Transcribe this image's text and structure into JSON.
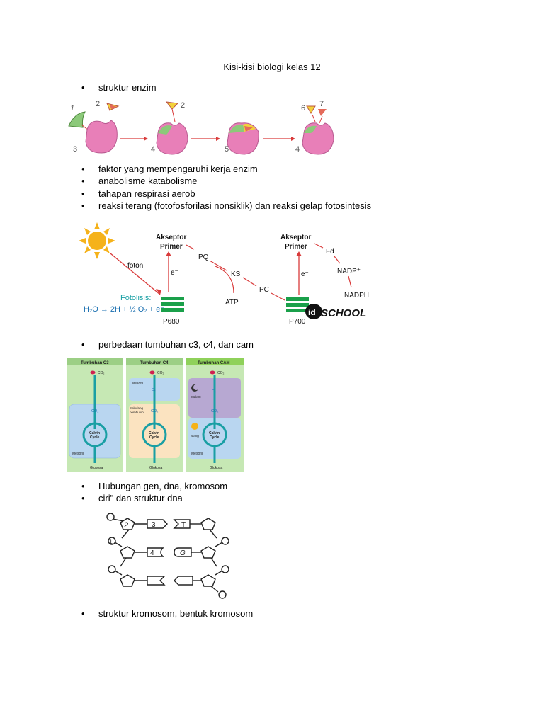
{
  "title": "Kisi-kisi biologi kelas 12",
  "bullets": {
    "b1": "struktur enzim",
    "b2": "faktor yang mempengaruhi kerja enzim",
    "b3": "anabolisme katabolisme",
    "b4": "tahapan respirasi aerob",
    "b5": "reaksi terang (fotofosforilasi nonsiklik) dan reaksi gelap fotosintesis",
    "b6": "perbedaan tumbuhan c3, c4, dan cam",
    "b7": "Hubungan gen, dna, kromosom",
    "b8": "ciri\" dan struktur dna",
    "b9": "struktur kromosom, bentuk kromosom"
  },
  "bullet_symbol": "•",
  "enzyme_fig": {
    "l1": "1",
    "l2": "2",
    "l3": "3",
    "l2b": "2",
    "l4": "4",
    "l5": "5",
    "l6": "6",
    "l7": "7",
    "l4b": "4"
  },
  "light_fig": {
    "akseptor1": "Akseptor",
    "primer1": "Primer",
    "akseptor2": "Akseptor",
    "primer2": "Primer",
    "pq": "PQ",
    "ks": "KS",
    "pc": "PC",
    "atp": "ATP",
    "fd": "Fd",
    "nadp": "NADP⁺",
    "nadph": "NADPH",
    "foton": "foton",
    "e1": "e⁻",
    "e2": "e⁻",
    "fotolisis": "Fotolisis:",
    "equation": "H₂O → 2H + ½ O₂ + e⁻",
    "p680": "P680",
    "p700": "P700",
    "logo_id": "id",
    "logo_school": "SCHOOL"
  },
  "plant_fig": {
    "c3": {
      "title": "Tumbuhan C3",
      "co2": "CO₂",
      "co2b": "CO₂",
      "calvin": "Calvin",
      "cycle": "Cycle",
      "mesofil": "Mesofil",
      "glukosa": "Glukosa"
    },
    "c4": {
      "title": "Tumbuhan C4",
      "co2": "CO₂",
      "mesofil": "Mesofil",
      "c4": "C₄",
      "seludang": "Seludang",
      "pembuluh": "pembuluh",
      "co2b": "CO₂",
      "calvin": "Calvin",
      "cycle": "Cycle",
      "glukosa": "Glukosa"
    },
    "cam": {
      "title": "Tumbuhan CAM",
      "co2": "CO₂",
      "malam": "malam",
      "c4": "C₄",
      "co2b": "CO₂",
      "siang": "siang",
      "calvin": "Calvin",
      "cycle": "Cycle",
      "mesofil": "Mesofil",
      "glukosa": "Glukosa"
    }
  },
  "dna_fig": {
    "n2": "2",
    "n3": "3",
    "t": "T",
    "n1": "1",
    "n4": "4",
    "g": "G"
  },
  "colors": {
    "pink": "#e87fb8",
    "green_wedge": "#8cc97a",
    "red_arrow": "#d93a3a",
    "teal": "#1a9fa4",
    "green_bar": "#1aa04a",
    "sun": "#f5b21a"
  }
}
